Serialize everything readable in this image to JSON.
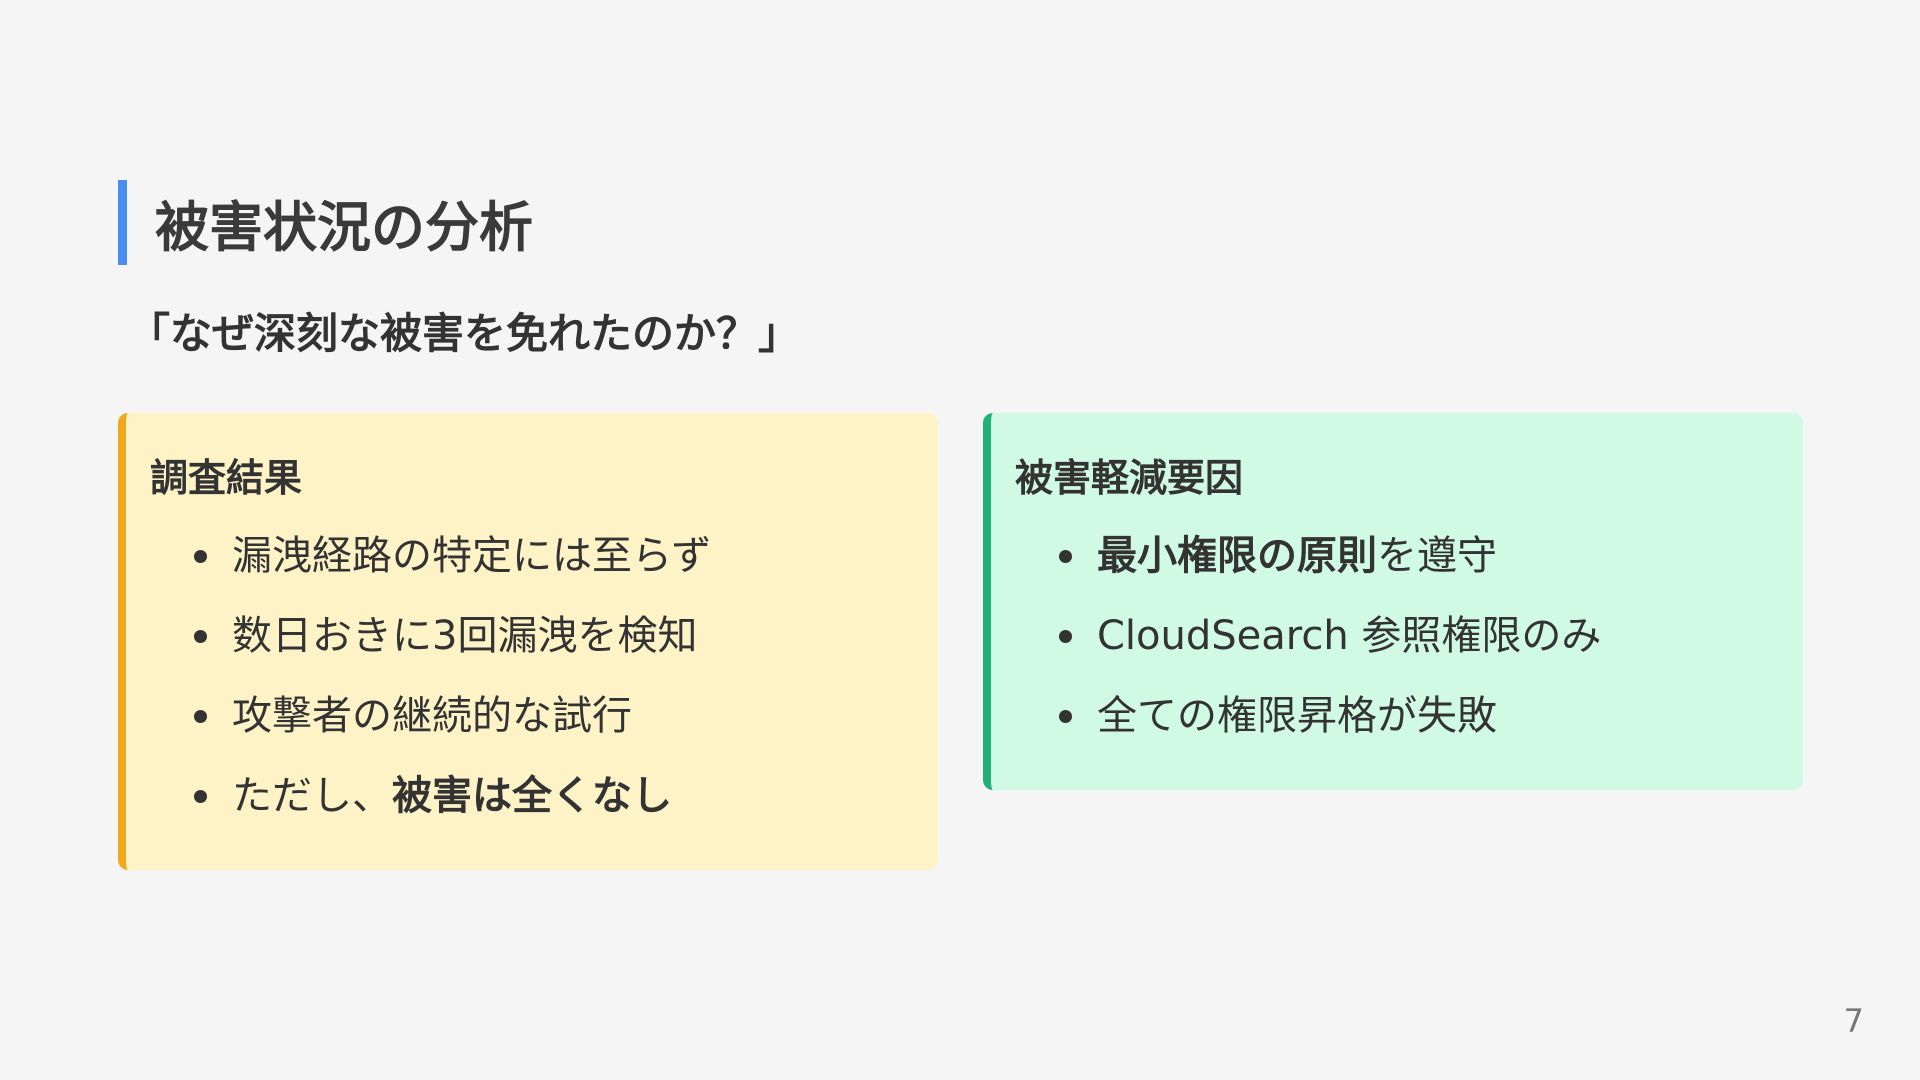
{
  "title": "被害状況の分析",
  "subtitle": "「なぜ深刻な被害を免れたのか？」",
  "left_card": {
    "heading": "調査結果",
    "items": [
      {
        "text": "漏洩経路の特定には至らず"
      },
      {
        "text": "数日おきに3回漏洩を検知"
      },
      {
        "text": "攻撃者の継続的な試行"
      },
      {
        "text": "ただし、",
        "bold": "被害は全くなし"
      }
    ]
  },
  "right_card": {
    "heading": "被害軽減要因",
    "items": [
      {
        "bold": "最小権限の原則",
        "text": "を遵守"
      },
      {
        "text": "CloudSearch 参照権限のみ"
      },
      {
        "text": "全ての権限昇格が失敗"
      }
    ]
  },
  "page_number": "7",
  "colors": {
    "background": "#f5f5f5",
    "title_accent": "#4a8ef0",
    "left_card_bg": "#fef3c7",
    "left_card_border": "#f0a81e",
    "right_card_bg": "#d1fae5",
    "right_card_border": "#21b07a"
  }
}
